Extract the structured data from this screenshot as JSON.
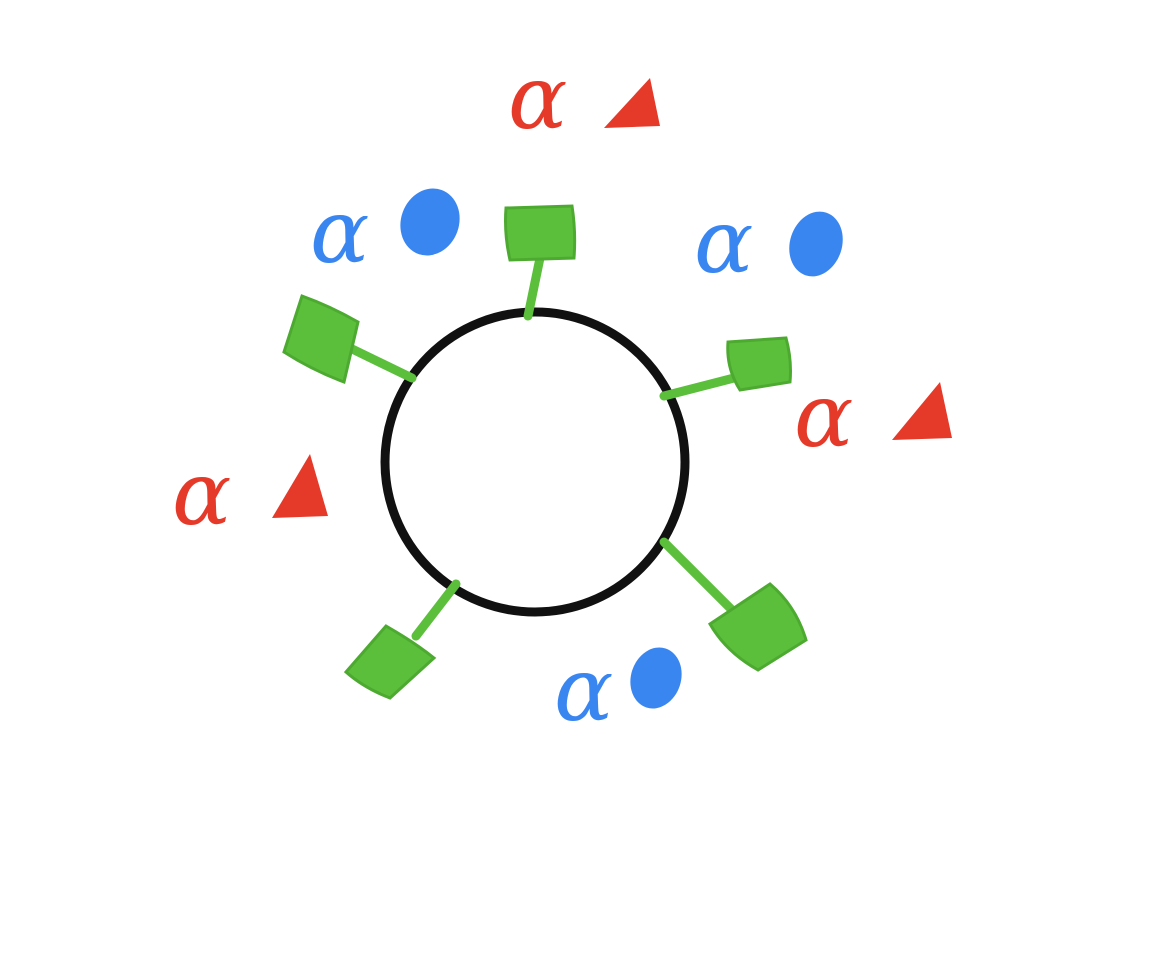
{
  "colors": {
    "background": "#ffffff",
    "ring": "#111111",
    "receptor": "#5bbf3c",
    "label_alpha_triangle": "#e53a2a",
    "label_alpha_circle": "#3a86f0"
  },
  "ring": {
    "icon": "circle-outline-icon"
  },
  "receptors": [
    {
      "id": "top",
      "icon": "square-receptor-icon"
    },
    {
      "id": "right",
      "icon": "square-receptor-icon"
    },
    {
      "id": "bottom-right",
      "icon": "square-receptor-icon"
    },
    {
      "id": "bottom-left",
      "icon": "square-receptor-icon"
    },
    {
      "id": "left",
      "icon": "square-receptor-icon"
    }
  ],
  "labels": [
    {
      "id": "top",
      "text": "α",
      "shape": "triangle"
    },
    {
      "id": "upper-right",
      "text": "α",
      "shape": "circle"
    },
    {
      "id": "right",
      "text": "α",
      "shape": "triangle"
    },
    {
      "id": "bottom",
      "text": "α",
      "shape": "circle"
    },
    {
      "id": "left",
      "text": "α",
      "shape": "triangle"
    },
    {
      "id": "upper-left",
      "text": "α",
      "shape": "circle"
    }
  ]
}
